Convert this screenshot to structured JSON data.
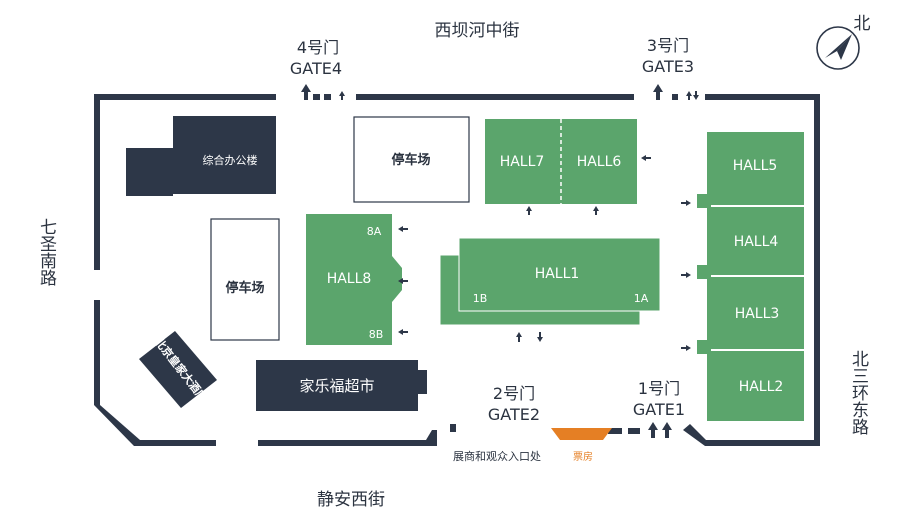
{
  "colors": {
    "hall": "#5ba56c",
    "building": "#2d3748",
    "wall": "#2d3748",
    "ticket": "#e57f24"
  },
  "roads": {
    "north": "西坝河中街",
    "south": "静安西街",
    "west": "七圣南路",
    "east": "北三环东路"
  },
  "compass_label": "北",
  "gates": {
    "gate4_cn": "4号门",
    "gate4_en": "GATE4",
    "gate3_cn": "3号门",
    "gate3_en": "GATE3",
    "gate2_cn": "2号门",
    "gate2_en": "GATE2",
    "gate1_cn": "1号门",
    "gate1_en": "GATE1"
  },
  "halls": {
    "hall1": "HALL1",
    "hall1a": "1A",
    "hall1b": "1B",
    "hall2": "HALL2",
    "hall3": "HALL3",
    "hall4": "HALL4",
    "hall5": "HALL5",
    "hall6": "HALL6",
    "hall7": "HALL7",
    "hall8": "HALL8",
    "hall8a": "8A",
    "hall8b": "8B"
  },
  "buildings": {
    "office": "综合办公楼",
    "parking_north": "停车场",
    "parking_west": "停车场",
    "supermarket": "家乐福超市",
    "hotel": "北京皇家大酒店"
  },
  "entrance_note": "展商和观众入口处",
  "ticket_office": "票房"
}
